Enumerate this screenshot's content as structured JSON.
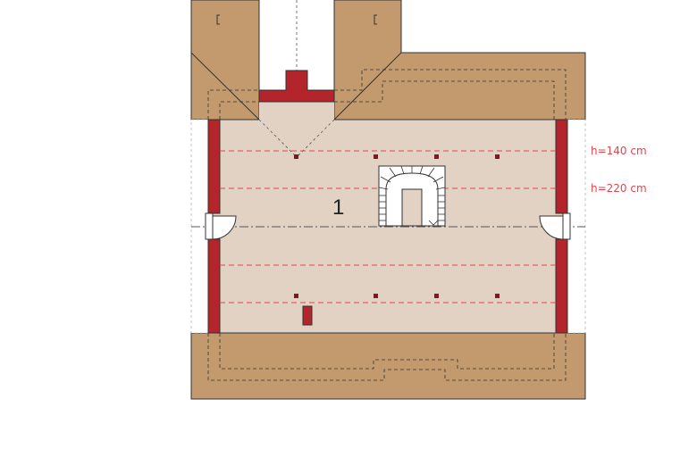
{
  "plan": {
    "room_number": "1",
    "height_labels": [
      "h=140 cm",
      "h=220 cm"
    ],
    "colors": {
      "roof": "#c29a6e",
      "floor": "#e2d2c4",
      "wall": "#b3252a",
      "dashed_height_line": "#e0474c",
      "axis_line": "#555555",
      "outline": "#333333",
      "background": "#ffffff"
    }
  }
}
